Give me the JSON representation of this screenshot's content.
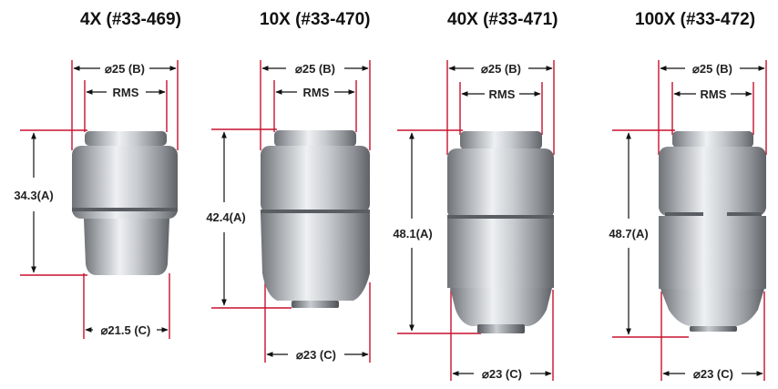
{
  "objectives": [
    {
      "title": "4X (#33-469)",
      "length": "34.3(A)",
      "outer_dia": "⌀25 (B)",
      "thread": "RMS",
      "tip_dia": "⌀21.5 (C)"
    },
    {
      "title": "10X (#33-470)",
      "length": "42.4(A)",
      "outer_dia": "⌀25 (B)",
      "thread": "RMS",
      "tip_dia": "⌀23 (C)"
    },
    {
      "title": "40X (#33-471)",
      "length": "48.1(A)",
      "outer_dia": "⌀25 (B)",
      "thread": "RMS",
      "tip_dia": "⌀23 (C)"
    },
    {
      "title": "100X (#33-472)",
      "length": "48.7(A)",
      "outer_dia": "⌀25 (B)",
      "thread": "RMS",
      "tip_dia": "⌀23 (C)"
    }
  ],
  "colors": {
    "dimension_line": "#c8102e",
    "text": "#111111",
    "metal": "#a8abb0"
  }
}
